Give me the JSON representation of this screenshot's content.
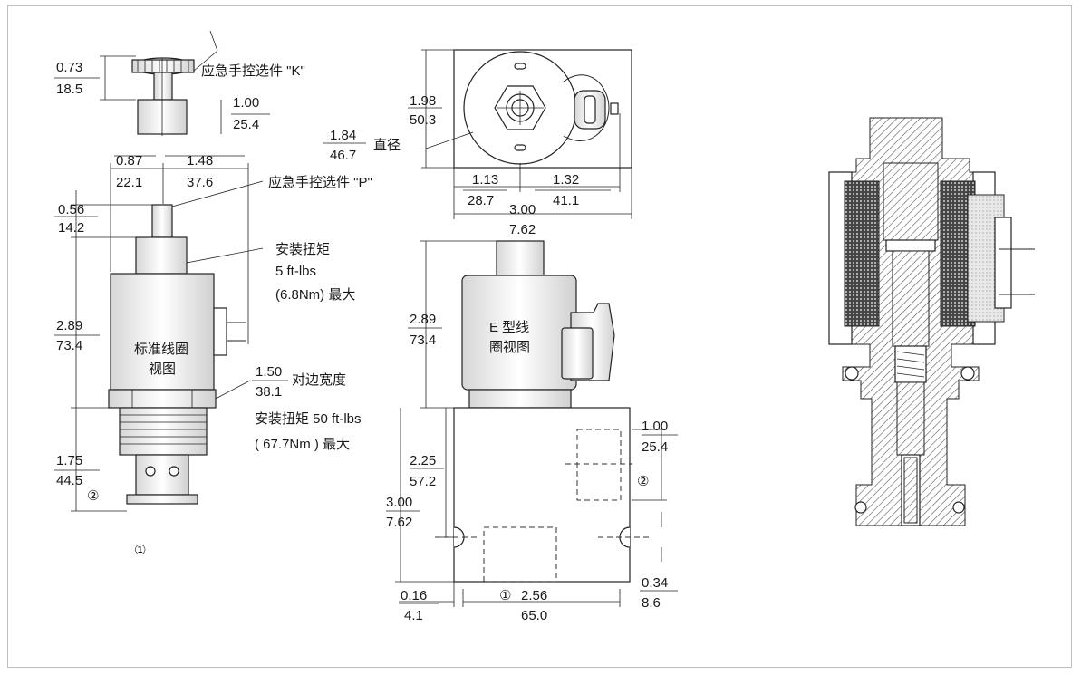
{
  "labels": {
    "manual_k": "应急手控选件 \"K\"",
    "manual_p": "应急手控选件 \"P\"",
    "torque_coil_1": "安装扭矩",
    "torque_coil_2": "5 ft-lbs",
    "torque_coil_3": "(6.8Nm) 最大",
    "std_coil_1": "标准线圈",
    "std_coil_2": "视图",
    "across_flats": "对边宽度",
    "torque_body_1": "安装扭矩 50 ft-lbs",
    "torque_body_2": "( 67.7Nm ) 最大",
    "diameter": "直径",
    "e_coil_1": "E 型线",
    "e_coil_2": "圈视图",
    "circ1_a": "①",
    "circ2_a": "②",
    "circ1_b": "①",
    "circ2_b": "②"
  },
  "dims": {
    "k_h_in": "0.73",
    "k_h_mm": "18.5",
    "k_w_in": "1.00",
    "k_w_mm": "25.4",
    "w1_in": "0.87",
    "w1_mm": "22.1",
    "w2_in": "1.48",
    "w2_mm": "37.6",
    "p_h_in": "0.56",
    "p_h_mm": "14.2",
    "coil_h_in": "2.89",
    "coil_h_mm": "73.4",
    "hex_in": "1.50",
    "hex_mm": "38.1",
    "cart_in": "1.75",
    "cart_mm": "44.5",
    "top_h_in": "1.98",
    "top_h_mm": "50.3",
    "dia_in": "1.84",
    "dia_mm": "46.7",
    "top_w1_in": "1.13",
    "top_w1_mm": "28.7",
    "top_w2_in": "1.32",
    "top_w2_mm": "41.1",
    "top_w_in": "3.00",
    "top_w_mm": "7.62",
    "e_h_in": "2.89",
    "e_h_mm": "73.4",
    "port_in": "1.00",
    "port_mm": "25.4",
    "body_mid_in": "2.25",
    "body_mid_mm": "57.2",
    "body_h_in": "3.00",
    "body_h_mm": "7.62",
    "bolt_in": "0.34",
    "bolt_mm": "8.6",
    "edge_in": "0.16",
    "edge_mm": "4.1",
    "mount_in": "2.56",
    "mount_mm": "65.0"
  }
}
